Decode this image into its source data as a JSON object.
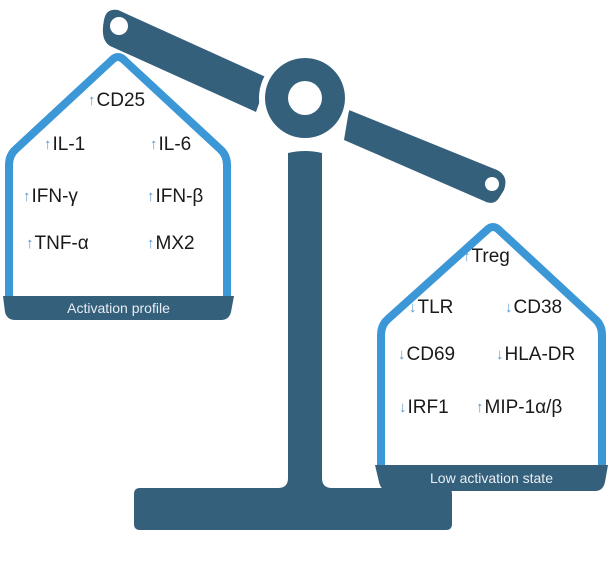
{
  "colors": {
    "structure": "#35607c",
    "pan_outline": "#3b97d6",
    "arrow": "#5b97c9",
    "text": "#1a1a1a",
    "label_text": "#e8eef3",
    "background": "#ffffff"
  },
  "left_pan": {
    "label": "Activation profile",
    "items": [
      {
        "direction": "up",
        "arrow": "↑",
        "text": "CD25"
      },
      {
        "direction": "up",
        "arrow": "↑",
        "text": "IL-1"
      },
      {
        "direction": "up",
        "arrow": "↑",
        "text": "IL-6"
      },
      {
        "direction": "up",
        "arrow": "↑",
        "text": "IFN-γ"
      },
      {
        "direction": "up",
        "arrow": "↑",
        "text": "IFN-β"
      },
      {
        "direction": "up",
        "arrow": "↑",
        "text": "TNF-α"
      },
      {
        "direction": "up",
        "arrow": "↑",
        "text": "MX2"
      }
    ]
  },
  "right_pan": {
    "label": "Low activation state",
    "items": [
      {
        "direction": "up",
        "arrow": "↑",
        "text": "Treg"
      },
      {
        "direction": "down",
        "arrow": "↓",
        "text": "TLR"
      },
      {
        "direction": "down",
        "arrow": "↓",
        "text": "CD38"
      },
      {
        "direction": "down",
        "arrow": "↓",
        "text": "CD69"
      },
      {
        "direction": "down",
        "arrow": "↓",
        "text": "HLA-DR"
      },
      {
        "direction": "down",
        "arrow": "↓",
        "text": "IRF1"
      },
      {
        "direction": "up",
        "arrow": "↑",
        "text": "MIP-1α/β"
      }
    ]
  }
}
